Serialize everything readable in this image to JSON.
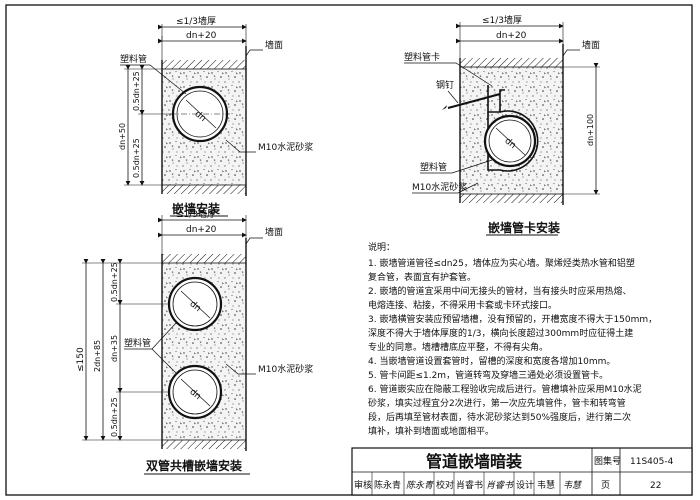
{
  "colors": {
    "ink": "#111111",
    "paper": "#ffffff",
    "mortar": "#f4f4f4"
  },
  "icons": [
    "hatch-pattern",
    "mortar-stipple",
    "pipe-circle",
    "steel-nail"
  ],
  "fig1": {
    "caption": "嵌墙安装",
    "dim_wall": "≤1/3墙厚",
    "dim_groove": "dn+20",
    "label_pipe": "塑料管",
    "label_wall": "墙面",
    "label_mortar": "M10水泥砂浆",
    "dim_v_total": "dn+50",
    "dim_v_top": "0.5dn+25",
    "dim_v_bottom": "0.5dn+25",
    "pipe_label": "dn"
  },
  "fig2": {
    "caption": "嵌墙管卡安装",
    "dim_wall": "≤1/3墙厚",
    "dim_groove": "dn+20",
    "label_clip": "塑料管卡",
    "label_wall": "墙面",
    "label_nail": "钢钉",
    "label_pipe": "塑料管",
    "label_mortar": "M10水泥砂浆",
    "dim_v": "dn+100",
    "pipe_label": "dn"
  },
  "fig3": {
    "caption": "双管共槽嵌墙安装",
    "dim_wall": "≤1/3墙厚",
    "dim_groove": "dn+20",
    "label_wall": "墙面",
    "label_pipe": "塑料管",
    "label_mortar": "M10水泥砂浆",
    "dim_total": "≤150",
    "dim_mid": "2dn+85",
    "dim_top": "0.5dn+25",
    "dim_between": "dn+35",
    "dim_bottom": "0.5dn+25",
    "pipe_label": "dn"
  },
  "notes": {
    "heading": "说明：",
    "lines": [
      "1. 嵌墙管道管径≤dn25，墙体应为实心墙。聚烯烃类热水管和铝塑",
      "    复合管，表面宜有护套管。",
      "2. 嵌墙的管道宜采用中间无接头的管材，当有接头时应采用热熔、",
      "    电熔连接、粘接，不得采用卡套或卡环式接口。",
      "3. 嵌墙横管安装应预留墙槽，没有预留的，开槽宽度不得大于150mm，",
      "    深度不得大于墙体厚度的1/3，横向长度超过300mm时应征得土建",
      "    专业的同意。墙槽槽底应平整，不得有尖角。",
      "4. 当嵌墙管道设置套管时，留槽的深度和宽度各增加10mm。",
      "5. 管卡间距≤1.2m，管道转弯及穿墙三通处必须设置管卡。",
      "6. 管道嵌实应在隐蔽工程验收完成后进行。管槽填补应采用M10水泥",
      "    砂浆，填实过程宜分2次进行，第一次应先填管件，管卡和转弯管",
      "    段，后再填至管材表面，待水泥砂浆达到50%强度后，进行第二次",
      "    填补，填补到墙面或地面相平。"
    ]
  },
  "titleblock": {
    "title": "管道嵌墙暗装",
    "atlas_label": "图集号",
    "atlas_number": "11S405-4",
    "review_label": "审核",
    "review_name": "陈永青",
    "review_sign": "陈永青",
    "check_label": "校对",
    "check_name": "肖睿书",
    "check_sign": "肖睿书",
    "design_label": "设计",
    "design_name": "韦慧",
    "design_sign": "韦慧",
    "page_label": "页",
    "page_number": "22"
  }
}
